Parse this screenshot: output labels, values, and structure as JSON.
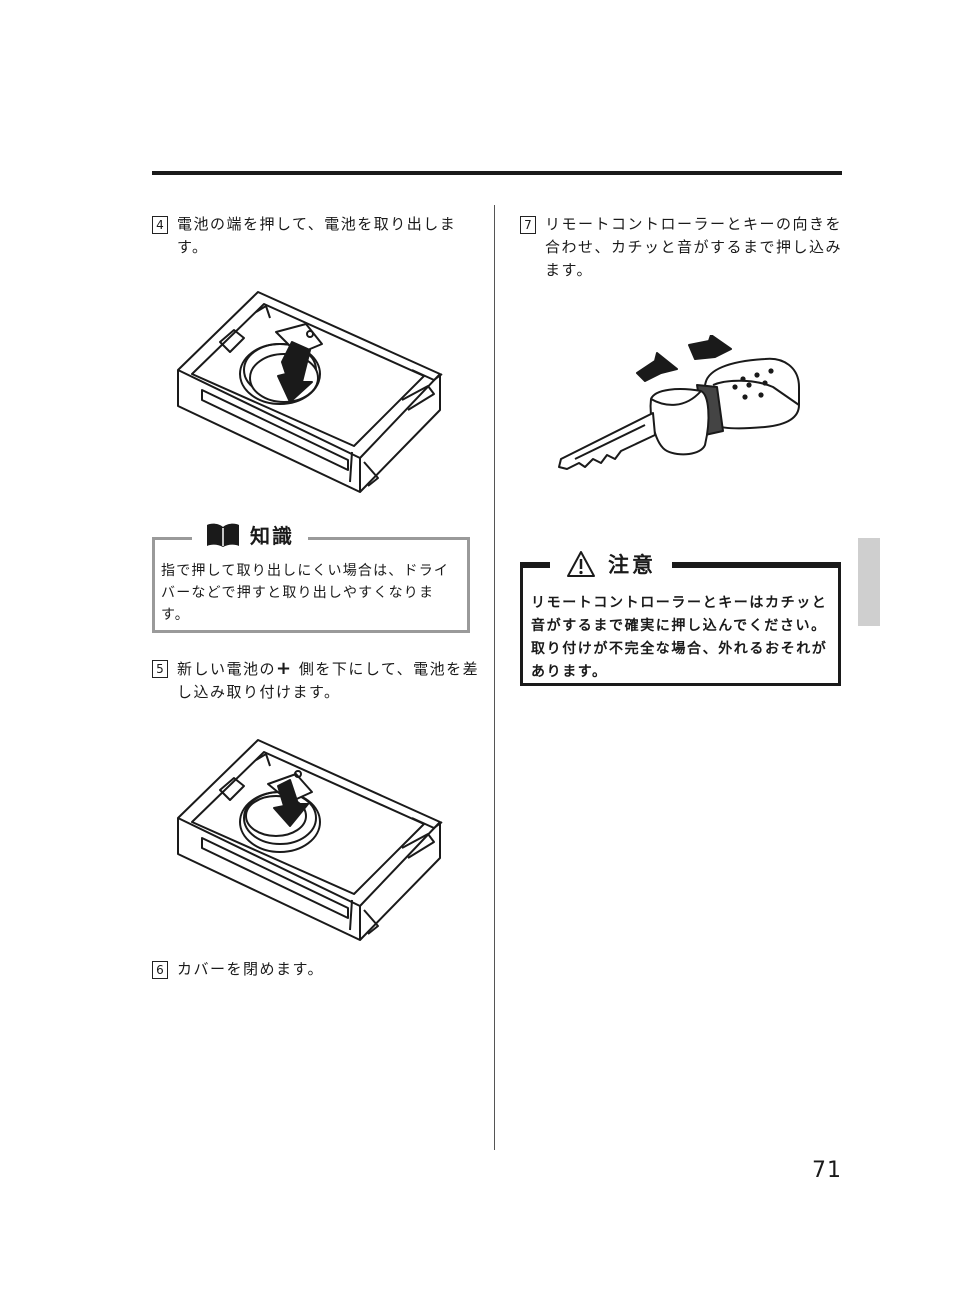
{
  "steps": {
    "s4": {
      "num": "4",
      "text": "電池の端を押して、電池を取り出しま\nす。"
    },
    "s5": {
      "num": "5",
      "text_before": "新しい電池の",
      "text_after": " 側を下にして、電池を差\nし込み取り付けます。"
    },
    "s6": {
      "num": "6",
      "text": "カバーを閉めます。"
    },
    "s7": {
      "num": "7",
      "text": "リモートコントローラーとキーの向きを\n合わせ、カチッと音がするまで押し込み\nます。"
    }
  },
  "knowledge": {
    "title": "知識",
    "icon": "book-icon",
    "text": "指で押して取り出しにくい場合は、ドライ\nバーなどで押すと取り出しやすくなりま\nす。"
  },
  "caution": {
    "title": "注意",
    "icon": "warning-triangle-icon",
    "text": "リモートコントローラーとキーはカチッと\n音がするまで確実に押し込んでください。\n取り付けが不完全な場合、外れるおそれが\nあります。"
  },
  "plus_symbol": "+",
  "page_number": "71",
  "colors": {
    "ink": "#1a1a1a",
    "note_border": "#9a9a9a",
    "side_tab": "#cfcfcf"
  }
}
